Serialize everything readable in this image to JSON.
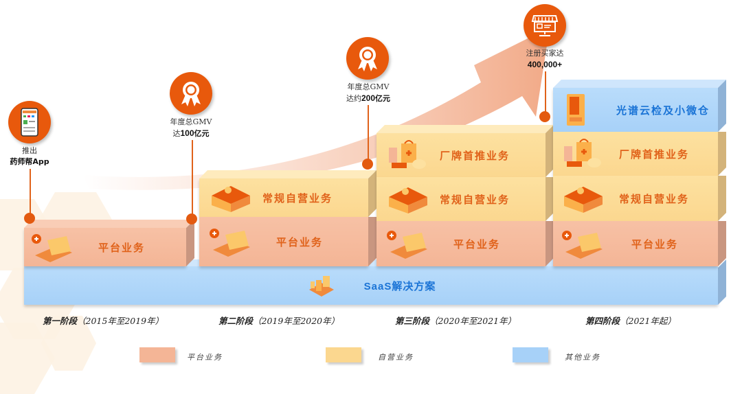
{
  "milestones": [
    {
      "line1": "推出",
      "line2_bold": "药师帮App",
      "line2_prefix": "",
      "line2_suffix": "",
      "icon": "phone-app-icon"
    },
    {
      "line1": "年度总GMV",
      "line2_prefix": "达",
      "line2_bold": "100",
      "line2_suffix": "亿元",
      "icon": "award-ribbon-icon"
    },
    {
      "line1": "年度总GMV",
      "line2_prefix": "达约",
      "line2_bold": "200",
      "line2_suffix": "亿元",
      "icon": "award-ribbon-icon"
    },
    {
      "line1": "注册买家达",
      "line2_prefix": "",
      "line2_bold": "400,000+",
      "line2_suffix": "",
      "icon": "storefront-icon"
    }
  ],
  "blocks": {
    "platform": "平台业务",
    "self_operated": "常规自营业务",
    "brand_first": "厂牌首推业务",
    "cloud_warehouse": "光谱云检及小微仓",
    "saas": "SaaS解决方案"
  },
  "phases": [
    {
      "name": "第一阶段",
      "period": "（2015年至2019年）"
    },
    {
      "name": "第二阶段",
      "period": "（2019年至2020年）"
    },
    {
      "name": "第三阶段",
      "period": "（2020年至2021年）"
    },
    {
      "name": "第四阶段",
      "period": "（2021年起）"
    }
  ],
  "legend": [
    {
      "label": "平台业务",
      "color": "#f4b596"
    },
    {
      "label": "自营业务",
      "color": "#fbd78f"
    },
    {
      "label": "其他业务",
      "color": "#a7d1f8"
    }
  ],
  "colors": {
    "accent": "#e8590c",
    "platform": "#f4b596",
    "self_operated": "#fbd78f",
    "other": "#a7d1f8",
    "label_orange": "#e0621a",
    "label_blue": "#1b74d6"
  }
}
